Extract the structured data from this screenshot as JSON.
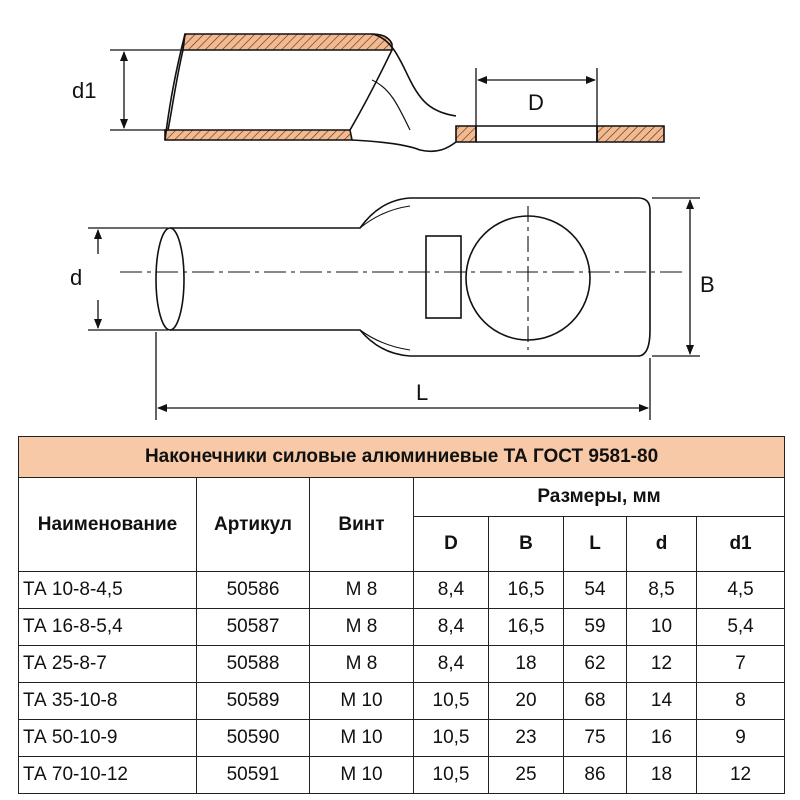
{
  "drawing": {
    "labels": {
      "d1": "d1",
      "D": "D",
      "d": "d",
      "B": "B",
      "L": "L"
    }
  },
  "table": {
    "title": "Наконечники силовые алюминиевые ТА ГОСТ 9581-80",
    "columns": {
      "name": "Наименование",
      "article": "Артикул",
      "screw": "Винт",
      "sizes": "Размеры, мм"
    },
    "dim_columns": [
      "D",
      "B",
      "L",
      "d",
      "d1"
    ],
    "rows": [
      {
        "name": "ТА 10-8-4,5",
        "article": "50586",
        "screw": "М 8",
        "dims": [
          "8,4",
          "16,5",
          "54",
          "8,5",
          "4,5"
        ]
      },
      {
        "name": "ТА 16-8-5,4",
        "article": "50587",
        "screw": "М 8",
        "dims": [
          "8,4",
          "16,5",
          "59",
          "10",
          "5,4"
        ]
      },
      {
        "name": "ТА 25-8-7",
        "article": "50588",
        "screw": "М 8",
        "dims": [
          "8,4",
          "18",
          "62",
          "12",
          "7"
        ]
      },
      {
        "name": "ТА 35-10-8",
        "article": "50589",
        "screw": "М 10",
        "dims": [
          "10,5",
          "20",
          "68",
          "14",
          "8"
        ]
      },
      {
        "name": "ТА 50-10-9",
        "article": "50590",
        "screw": "М 10",
        "dims": [
          "10,5",
          "23",
          "75",
          "16",
          "9"
        ]
      },
      {
        "name": "ТА 70-10-12",
        "article": "50591",
        "screw": "М 10",
        "dims": [
          "10,5",
          "25",
          "86",
          "18",
          "12"
        ]
      }
    ]
  }
}
